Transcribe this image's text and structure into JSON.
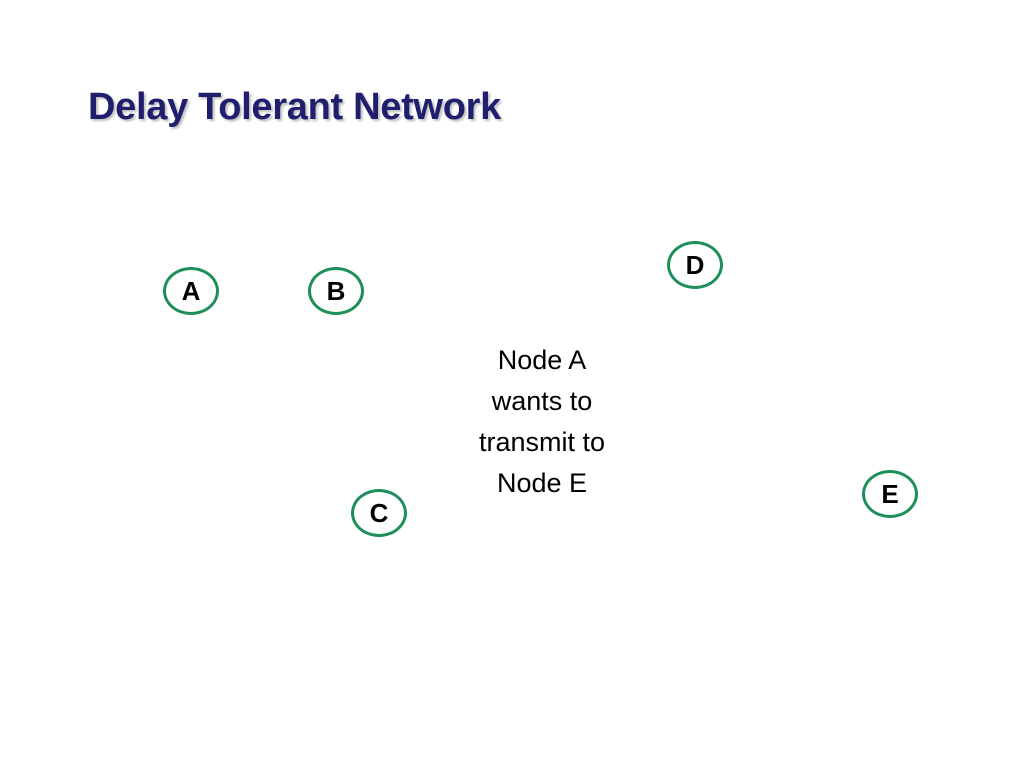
{
  "slide": {
    "title": "Delay Tolerant Network",
    "title_color": "#1f1f6e"
  },
  "nodes": [
    {
      "label": "A"
    },
    {
      "label": "B"
    },
    {
      "label": "C"
    },
    {
      "label": "D"
    },
    {
      "label": "E"
    }
  ],
  "node_border_color": "#1e8f5a",
  "caption": {
    "lines": [
      "Node A",
      "wants to",
      "transmit to",
      "Node E"
    ]
  }
}
